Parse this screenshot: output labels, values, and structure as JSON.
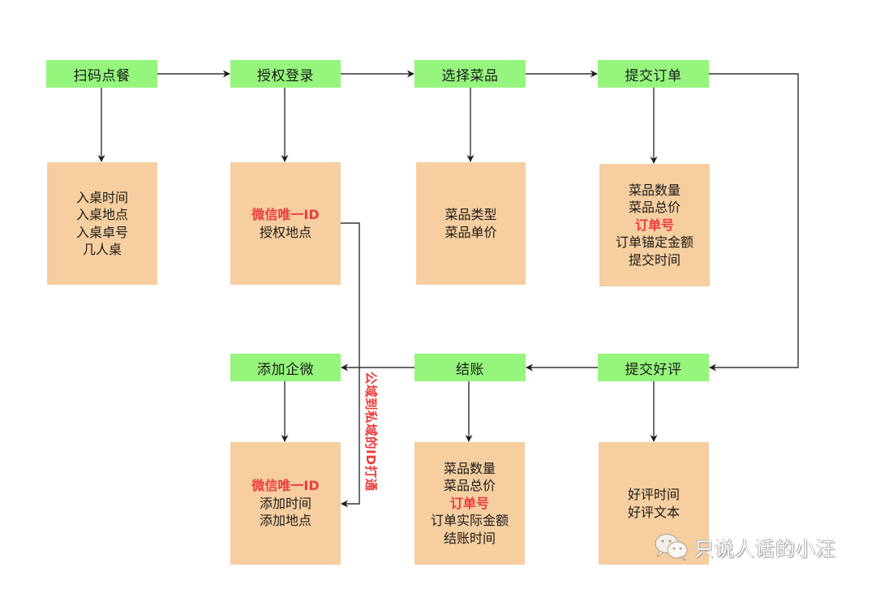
{
  "diagram": {
    "steps": [
      {
        "id": "scan",
        "label": "扫码点餐"
      },
      {
        "id": "auth",
        "label": "授权登录"
      },
      {
        "id": "select",
        "label": "选择菜品"
      },
      {
        "id": "submit",
        "label": "提交订单"
      },
      {
        "id": "review",
        "label": "提交好评"
      },
      {
        "id": "checkout",
        "label": "结账"
      },
      {
        "id": "wecom",
        "label": "添加企微"
      }
    ],
    "details": {
      "scan": [
        {
          "text": "入桌时间",
          "highlight": false
        },
        {
          "text": "入桌地点",
          "highlight": false
        },
        {
          "text": "入桌卓号",
          "highlight": false
        },
        {
          "text": "几人桌",
          "highlight": false
        }
      ],
      "auth": [
        {
          "text": "微信唯一ID",
          "highlight": true
        },
        {
          "text": "授权地点",
          "highlight": false
        }
      ],
      "select": [
        {
          "text": "菜品类型",
          "highlight": false
        },
        {
          "text": "菜品单价",
          "highlight": false
        }
      ],
      "submit": [
        {
          "text": "菜品数量",
          "highlight": false
        },
        {
          "text": "菜品总价",
          "highlight": false
        },
        {
          "text": "订单号",
          "highlight": true
        },
        {
          "text": "订单锚定金额",
          "highlight": false
        },
        {
          "text": "提交时间",
          "highlight": false
        }
      ],
      "review": [
        {
          "text": "好评时间",
          "highlight": false
        },
        {
          "text": "好评文本",
          "highlight": false
        }
      ],
      "checkout": [
        {
          "text": "菜品数量",
          "highlight": false
        },
        {
          "text": "菜品总价",
          "highlight": false
        },
        {
          "text": "订单号",
          "highlight": true
        },
        {
          "text": "订单实际金额",
          "highlight": false
        },
        {
          "text": "结账时间",
          "highlight": false
        }
      ],
      "wecom": [
        {
          "text": "微信唯一ID",
          "highlight": true
        },
        {
          "text": "添加时间",
          "highlight": false
        },
        {
          "text": "添加地点",
          "highlight": false
        }
      ]
    },
    "flow": [
      "scan",
      "auth",
      "select",
      "submit",
      "review",
      "checkout",
      "wecom"
    ],
    "id_link_label": "公域到私域的ID打通",
    "colors": {
      "step_fill": "#95f57d",
      "detail_fill": "#f6ce9f",
      "highlight_text": "#ec3c3c",
      "connector": "#333333"
    }
  },
  "watermark": {
    "icon": "wechat-icon",
    "text": "只说人话的小汪"
  }
}
